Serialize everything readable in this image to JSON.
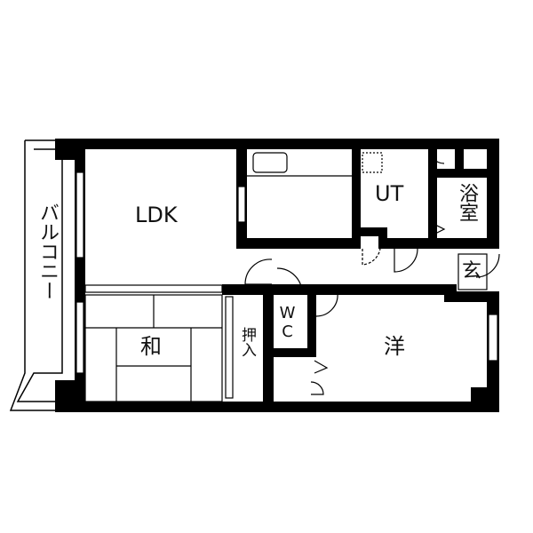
{
  "floor_plan": {
    "rooms": {
      "ldk": "LDK",
      "washitsu": "和",
      "oshiire": "押入",
      "wc": "WC",
      "yoshitsu": "洋",
      "ut": "UT",
      "bath": "浴室",
      "genkan": "玄",
      "balcony": "バルコニー"
    },
    "colors": {
      "wall": "#000000",
      "background": "#ffffff"
    }
  }
}
